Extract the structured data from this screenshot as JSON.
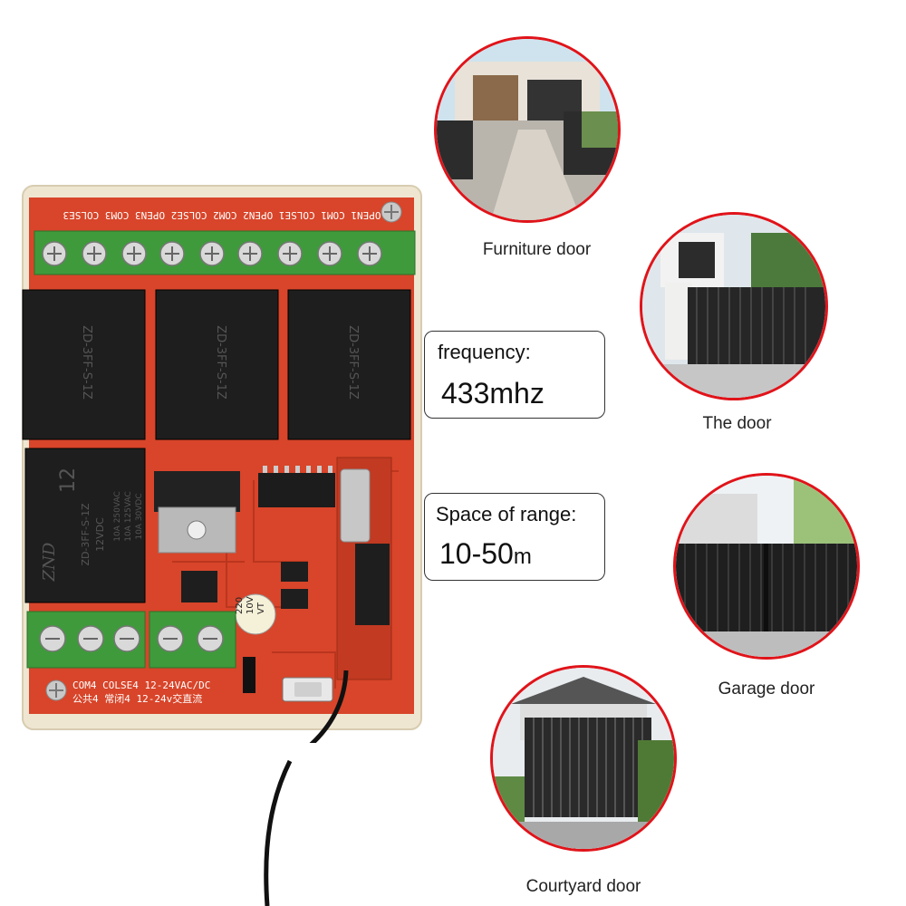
{
  "board": {
    "top_labels": "OPEN1 COM1 COLSE1 OPEN2 COM2 COLSE2 OPEN3 COM3 COLSE3",
    "bottom_labels": "COM4 COLSE4 12-24VAC/DC",
    "bottom_labels_cn": "公共4 常闭4 12-24v交直流",
    "relay_brand": "ZND",
    "relay_number": "12",
    "relay_model": "ZD-3FF-S-1Z",
    "relay_voltage": "12VDC",
    "relay_rating_1": "10A 250VAC",
    "relay_rating_2": "10A 125VAC",
    "relay_rating_3": "10A 30VDC",
    "capacitor_1": "220",
    "capacitor_2": "10V",
    "capacitor_3": "VT"
  },
  "specs": {
    "frequency_label": "frequency:",
    "frequency_value": "433mhz",
    "range_label": "Space of range:",
    "range_value": "10-50",
    "range_unit": "m"
  },
  "doors": [
    {
      "caption": "Furniture door"
    },
    {
      "caption": "The door"
    },
    {
      "caption": "Garage door"
    },
    {
      "caption": "Courtyard door"
    }
  ],
  "colors": {
    "accent_red": "#e0141a",
    "pcb_red": "#d8452a",
    "terminal_green": "#3f9a3b",
    "relay_black": "#1e1e1e"
  }
}
